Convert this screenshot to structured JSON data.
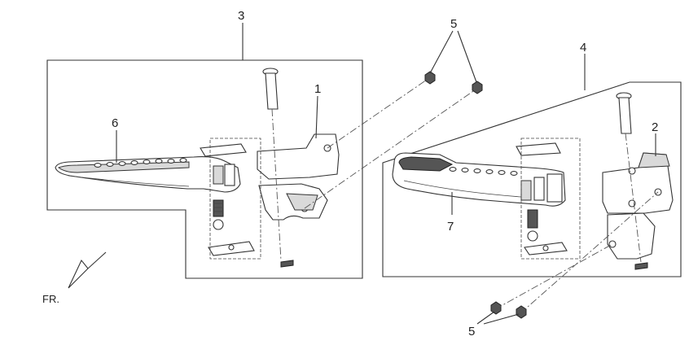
{
  "callouts": {
    "c1": "1",
    "c2": "2",
    "c3": "3",
    "c4": "4",
    "c5_top": "5",
    "c5_bottom": "5",
    "c6": "6",
    "c7": "7"
  },
  "front_indicator": {
    "label": "FR."
  }
}
